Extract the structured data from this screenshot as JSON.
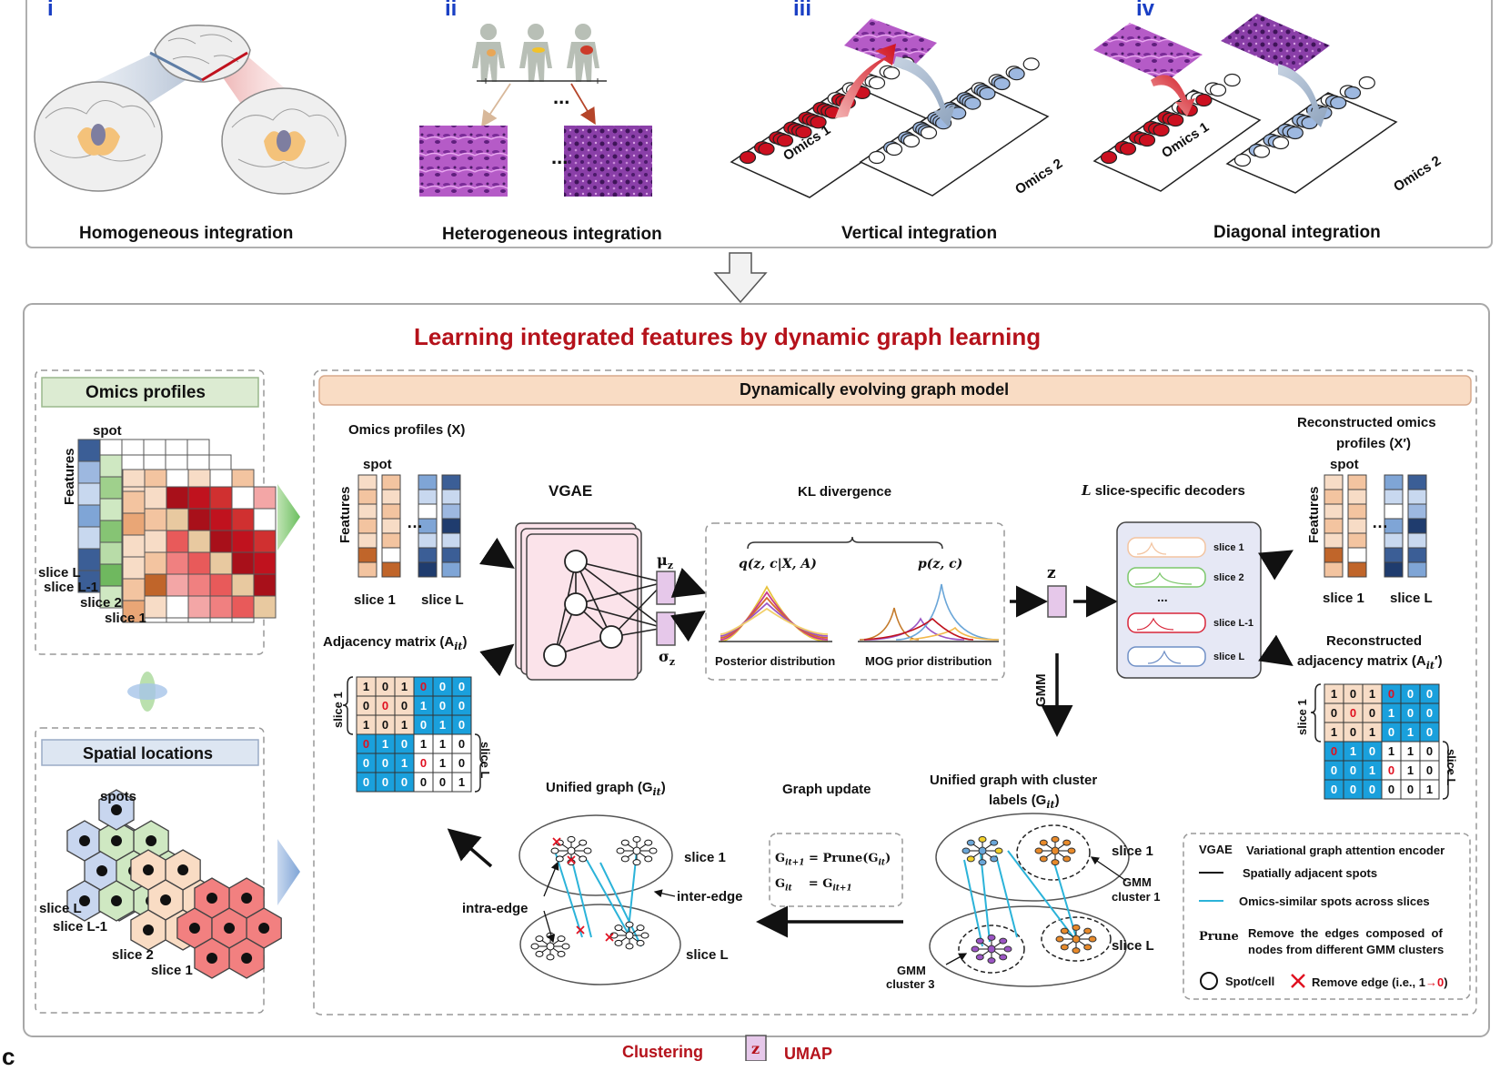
{
  "panel_top": {
    "roman": [
      "i",
      "ii",
      "iii",
      "iv"
    ],
    "captions": [
      "Homogeneous integration",
      "Heterogeneous integration",
      "Vertical integration",
      "Diagonal integration"
    ],
    "ellipsis": "...",
    "omics1": "Omics 1",
    "omics2": "Omics 2"
  },
  "main_title": "Learning integrated features by dynamic graph learning",
  "left_panel": {
    "omics_title": "Omics profiles",
    "spot": "spot",
    "features": "Features",
    "slices": [
      "slice L",
      "slice L-1",
      "slice 2",
      "slice 1"
    ],
    "spatial_title": "Spatial locations",
    "spots": "spots",
    "dots": "…"
  },
  "model": {
    "header": "Dynamically evolving graph model",
    "omics_profiles_x": "Omics profiles (X)",
    "spot": "spot",
    "features": "Features",
    "slice1": "slice 1",
    "sliceL": "slice L",
    "vgae": "VGAE",
    "mu": "μ",
    "mu_sub": "z",
    "sigma": "σ",
    "sigma_sub": "z",
    "kl": "KL divergence",
    "q": "q(z, c|X, A)",
    "p": "p(z, c)",
    "posterior": "Posterior distribution",
    "mog": "MOG prior distribution",
    "z": "z",
    "decoders": "slice-specific decoders",
    "decoders_L": "L",
    "decoder_slices": [
      "slice 1",
      "slice 2",
      "...",
      "slice L-1",
      "slice L"
    ],
    "recon_omics_1": "Reconstructed omics",
    "recon_omics_2": "profiles (X′)",
    "adjacency": "Adjacency matrix (A",
    "adjacency_sub": "it",
    "adjacency_end": ")",
    "recon_adj_1": "Reconstructed",
    "recon_adj_2": "adjacency matrix (A",
    "recon_adj_sub": "it",
    "recon_adj_end": "′)",
    "gmm": "GMM",
    "unified_graph": "Unified graph (G",
    "unified_sub": "it",
    "unified_end": ")",
    "graph_update": "Graph update",
    "update_eq1": "G",
    "update_eq1_sub": "it+1",
    "update_eq1_rest": " = Prune(G",
    "update_eq1_sub2": "it",
    "update_eq1_end": ")",
    "update_eq2": "G",
    "update_eq2_sub": "it",
    "update_eq2_rest": "    = G",
    "update_eq2_sub2": "it+1",
    "unified_cluster_1": "Unified graph with cluster",
    "unified_cluster_2": "labels (G",
    "unified_cluster_sub": "it",
    "unified_cluster_end": ")",
    "intra_edge": "intra-edge",
    "inter_edge": "inter-edge",
    "gmm_cluster1": "GMM",
    "gmm_cluster1b": "cluster 1",
    "gmm_cluster3": "GMM",
    "gmm_cluster3b": "cluster 3"
  },
  "matrices": {
    "slice1_rows": [
      [
        "1",
        "0",
        "1",
        "0",
        "0",
        "0"
      ],
      [
        "0",
        "0",
        "0",
        "1",
        "0",
        "0"
      ],
      [
        "1",
        "0",
        "1",
        "0",
        "1",
        "0"
      ]
    ],
    "sliceL_rows": [
      [
        "0",
        "1",
        "0",
        "1",
        "1",
        "0"
      ],
      [
        "0",
        "0",
        "1",
        "0",
        "1",
        "0"
      ],
      [
        "0",
        "0",
        "0",
        "0",
        "0",
        "1"
      ]
    ]
  },
  "legend": {
    "vgae_key": "VGAE",
    "vgae_desc": "Variational graph attention encoder",
    "black_line": "Spatially adjacent spots",
    "cyan_line": "Omics-similar spots across slices",
    "prune_key": "Prune",
    "prune_desc_1": "Remove  the  edges  composed  of",
    "prune_desc_2": "nodes from different GMM clusters",
    "spot_cell": "Spot/cell",
    "remove_edge": "Remove edge (i.e., 1",
    "remove_arrow": "→",
    "remove_zero": "0",
    "remove_end": ")"
  },
  "bottom": {
    "clustering": "Clustering",
    "z": "z",
    "umap": "UMAP",
    "letter": "c"
  },
  "colors": {
    "roman_blue": "#1a3fc4",
    "title_red": "#b5121b",
    "header_fill": "#f9dcc4",
    "green_box": "#dcebd2",
    "blue_box": "#dde6f2",
    "matrix_blue": "#1aa0dc",
    "matrix_beige": "#f7dcc6",
    "heat_red": "#c0121e",
    "omics_red": "#cc1020",
    "omics_blue": "#9db8e0",
    "cyan_edge": "#2bb3d9",
    "mu_fill": "#e6c8ea",
    "vgae_fill": "#fbe3ea"
  }
}
